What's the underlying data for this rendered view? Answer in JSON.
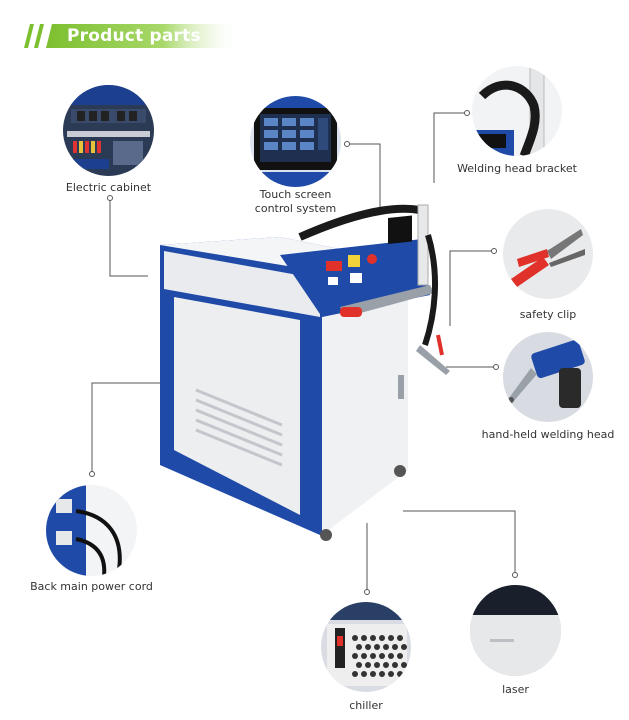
{
  "header": {
    "title": "Product parts",
    "accent_color": "#8cc63f"
  },
  "parts": {
    "electric_cabinet": "Electric cabinet",
    "touch_screen_line1": "Touch screen",
    "touch_screen_line2": "control system",
    "welding_head_bracket": "Welding head bracket",
    "safety_clip": "safety clip",
    "hand_held_welding_head": "hand-held welding head",
    "back_main_power_cord": "Back main power cord",
    "chiller": "chiller",
    "laser": "laser"
  },
  "colors": {
    "machine_blue": "#1f4aa8",
    "machine_white": "#eef0f2",
    "clip_red": "#e0322b"
  }
}
